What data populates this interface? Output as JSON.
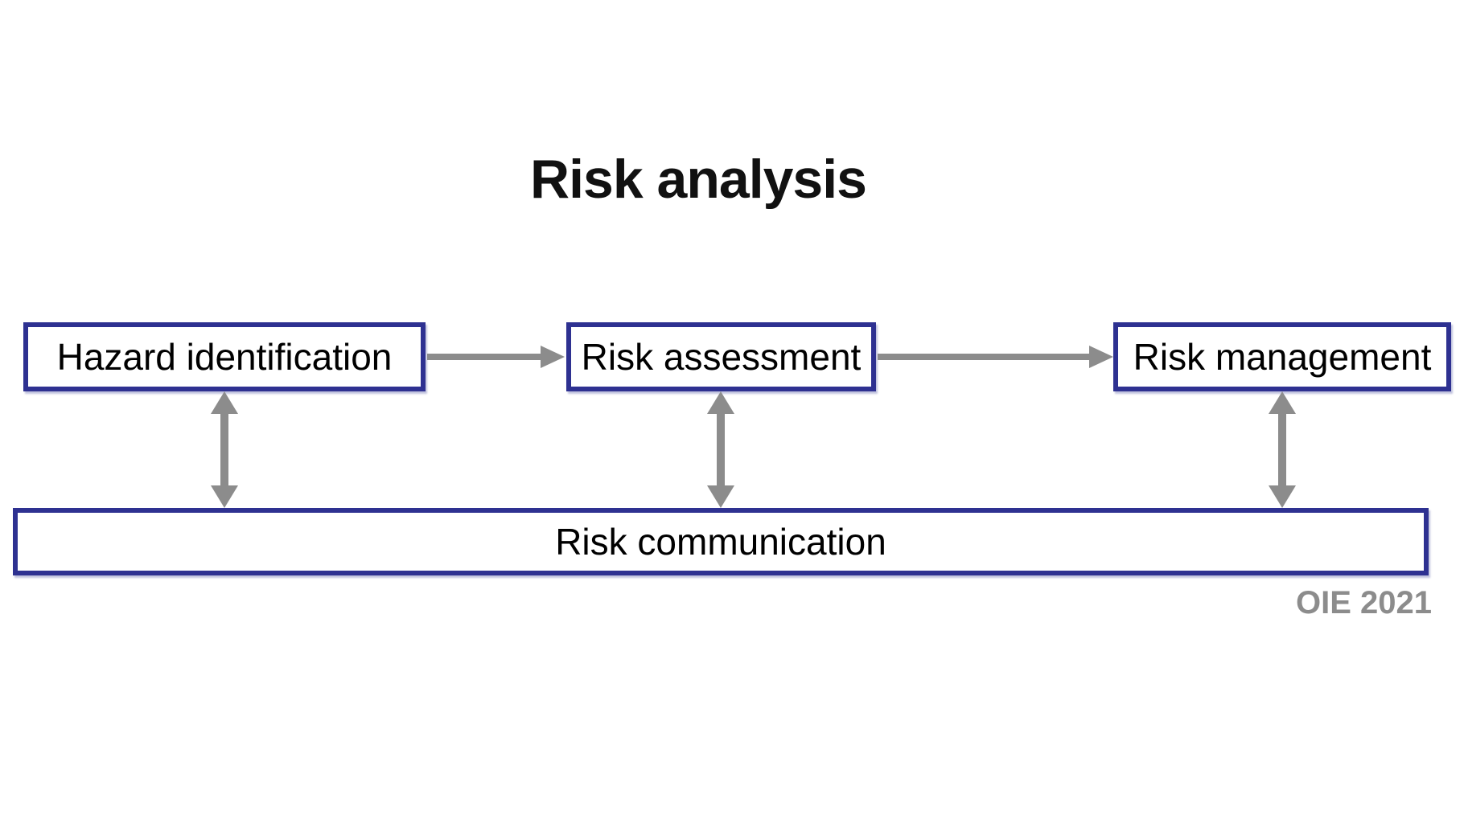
{
  "slide": {
    "title": "Risk analysis",
    "credit": "OIE 2021"
  },
  "diagram": {
    "boxes": [
      {
        "id": "hazard-identification",
        "label": "Hazard identification"
      },
      {
        "id": "risk-assessment",
        "label": "Risk assessment"
      },
      {
        "id": "risk-management",
        "label": "Risk management"
      },
      {
        "id": "risk-communication",
        "label": "Risk communication"
      }
    ],
    "flow_arrows": [
      {
        "from": "hazard-identification",
        "to": "risk-assessment",
        "direction": "right"
      },
      {
        "from": "risk-assessment",
        "to": "risk-management",
        "direction": "right"
      }
    ],
    "bidirectional_arrows": [
      {
        "between": [
          "hazard-identification",
          "risk-communication"
        ]
      },
      {
        "between": [
          "risk-assessment",
          "risk-communication"
        ]
      },
      {
        "between": [
          "risk-management",
          "risk-communication"
        ]
      }
    ]
  },
  "colors": {
    "background": "#FFFFFF",
    "box_border": "#2E3191",
    "box_fill": "#FFFFFF",
    "box_text": "#000000",
    "arrow": "#8C8C8C",
    "title_text": "#111111",
    "credit_text": "#8C8C8C"
  }
}
